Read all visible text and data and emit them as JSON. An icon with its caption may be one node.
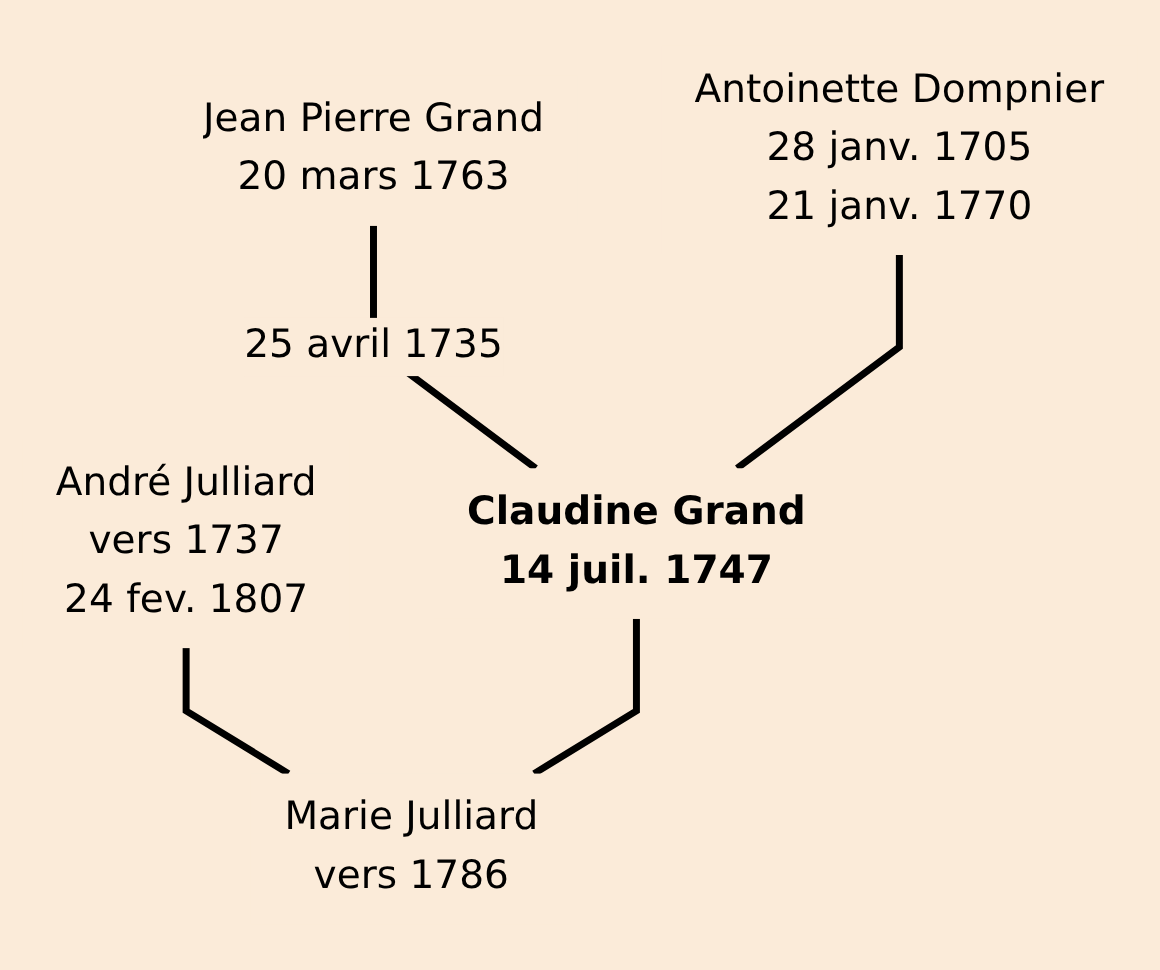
{
  "diagram": {
    "nodes": [
      {
        "text": [
          "Jean Pierre Grand",
          "20 mars 1763"
        ]
      },
      {
        "text": [
          "Antoinette Dompnier",
          "28 janv. 1705",
          "21 janv. 1770"
        ]
      },
      {
        "text": [
          "André Julliard",
          "vers 1737",
          "24 fev. 1807"
        ]
      },
      {
        "text": [
          "Claudine Grand",
          "14 juil. 1747"
        ]
      },
      {
        "text": [
          "Marie Julliard",
          "vers 1786"
        ]
      }
    ],
    "edges": [
      {
        "from": 0,
        "to": 3,
        "arrow": "none",
        "label": "25 avril 1735"
      },
      {
        "from": 1,
        "to": 3,
        "arrow": "none"
      },
      {
        "from": 2,
        "to": 4,
        "arrow": "none"
      },
      {
        "from": 3,
        "to": 4,
        "arrow": "none"
      }
    ]
  }
}
